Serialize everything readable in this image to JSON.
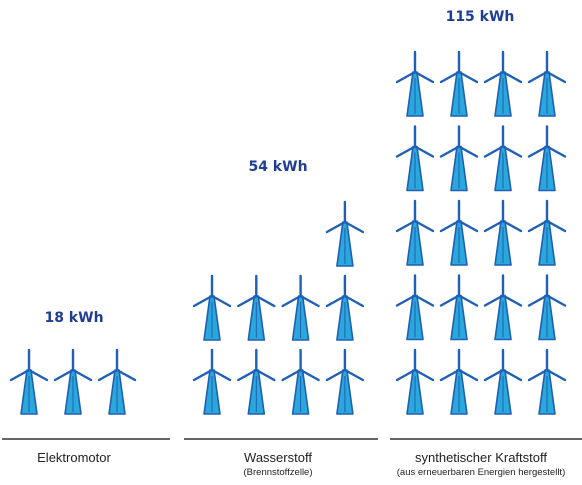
{
  "chart_data": {
    "type": "bar",
    "categories": [
      "Elektromotor",
      "Wasserstoff",
      "synthetischer Kraftstoff"
    ],
    "category_sublabels": [
      "",
      "(Brennstoffzelle)",
      "(aus erneuerbaren Energien hergestellt)"
    ],
    "values": [
      18,
      54,
      115
    ],
    "value_labels": [
      "18 kWh",
      "54 kWh",
      "115 kWh"
    ],
    "icon_counts": [
      3,
      9,
      20
    ],
    "icon": "wind-turbine-icon",
    "colors": {
      "tower": "#1f5fb4",
      "tower_fill": "#2aa8dc",
      "blade": "#1f5fb4",
      "label": "#1f3e93",
      "baseline": "#333333"
    }
  }
}
